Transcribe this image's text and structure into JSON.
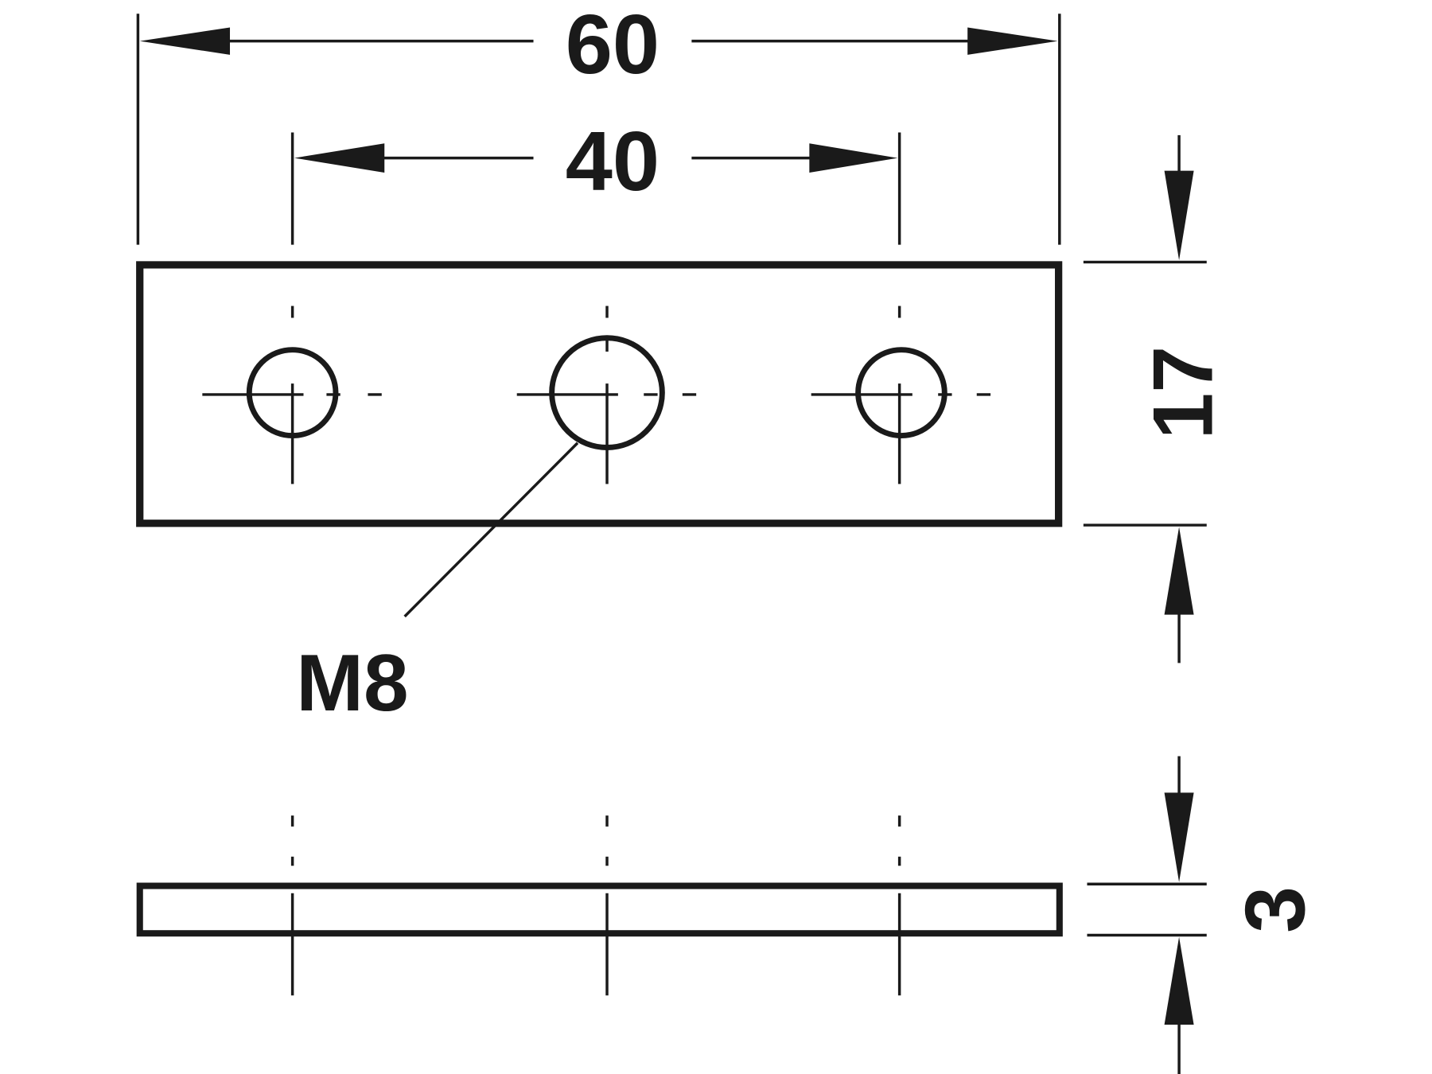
{
  "drawing": {
    "width_dimension": "60",
    "hole_spacing_dimension": "40",
    "height_dimension": "17",
    "thickness_dimension": "3",
    "thread_label": "M8"
  },
  "colors": {
    "line": "#1a1a1a",
    "background": "#ffffff"
  }
}
